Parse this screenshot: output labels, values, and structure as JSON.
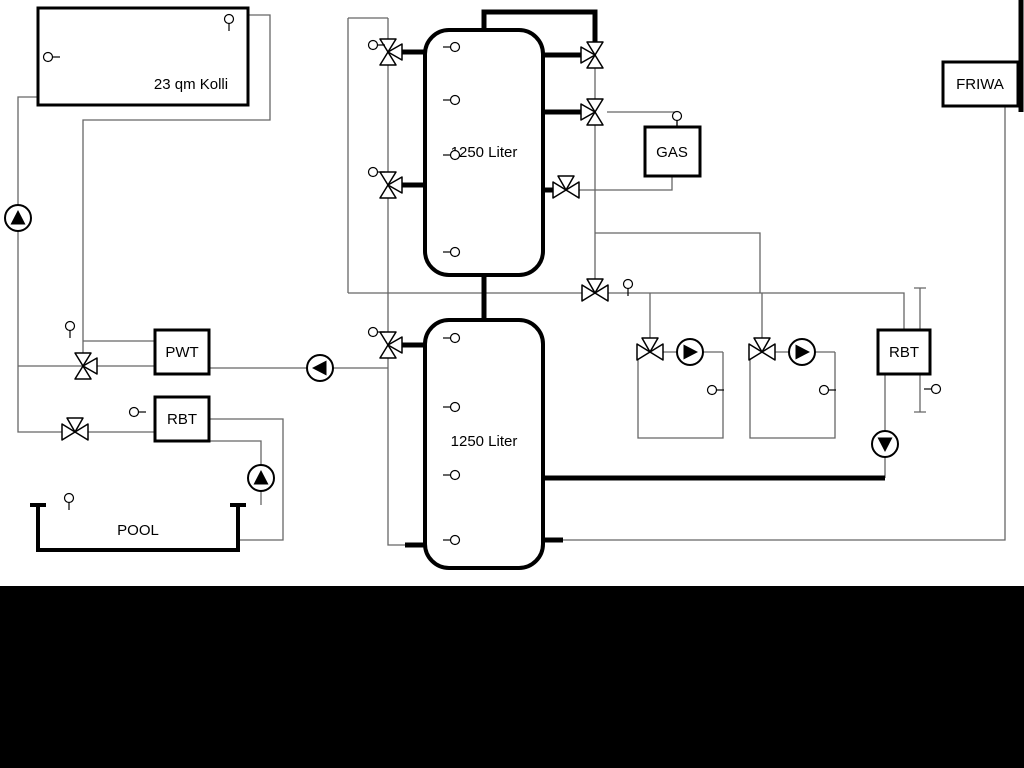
{
  "diagram": {
    "collector": {
      "label": "23 qm Kolli"
    },
    "buffer_tank_1": {
      "label": "1250 Liter"
    },
    "buffer_tank_2": {
      "label": "1250 Liter"
    },
    "gas_boiler": {
      "label": "GAS"
    },
    "friwa_station": {
      "label": "FRIWA"
    },
    "pwt_heat_exchanger": {
      "label": "PWT"
    },
    "rbt_left": {
      "label": "RBT"
    },
    "rbt_right": {
      "label": "RBT"
    },
    "pool": {
      "label": "POOL"
    }
  },
  "colors": {
    "background": "#ffffff",
    "pipe_thick": "#000000",
    "pipe_thin": "#666666",
    "box_border": "#000000",
    "bottom_band": "#000000"
  }
}
